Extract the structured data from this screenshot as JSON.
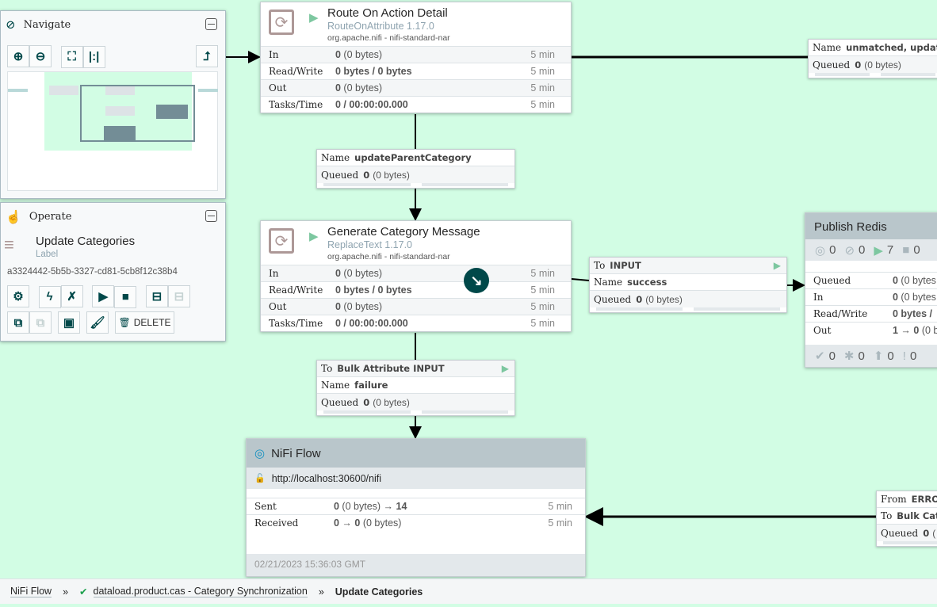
{
  "processors": [
    {
      "name": "Route On Action Detail",
      "type": "RouteOnAttribute 1.17.0",
      "bundle": "org.apache.nifi - nifi-standard-nar",
      "stats": [
        {
          "k": "In",
          "v1": "0",
          "v2": " (0 bytes)",
          "t": "5 min"
        },
        {
          "k": "Read/Write",
          "v1": "0 bytes / 0 bytes",
          "v2": "",
          "t": "5 min"
        },
        {
          "k": "Out",
          "v1": "0",
          "v2": " (0 bytes)",
          "t": "5 min"
        },
        {
          "k": "Tasks/Time",
          "v1": "0 / 00:00:00.000",
          "v2": "",
          "t": "5 min"
        }
      ]
    },
    {
      "name": "Generate Category Message",
      "type": "ReplaceText 1.17.0",
      "bundle": "org.apache.nifi - nifi-standard-nar",
      "stats": [
        {
          "k": "In",
          "v1": "0",
          "v2": " (0 bytes)",
          "t": "5 min"
        },
        {
          "k": "Read/Write",
          "v1": "0 bytes / 0 bytes",
          "v2": "",
          "t": "5 min"
        },
        {
          "k": "Out",
          "v1": "0",
          "v2": " (0 bytes)",
          "t": "5 min"
        },
        {
          "k": "Tasks/Time",
          "v1": "0 / 00:00:00.000",
          "v2": "",
          "t": "5 min"
        }
      ]
    }
  ],
  "connections": {
    "c1": {
      "name_label": "Name",
      "name": "updateParentCategory",
      "queued_label": "Queued",
      "queued": "0",
      "queued_bytes": "(0 bytes)"
    },
    "c2": {
      "to_label": "To",
      "to": "INPUT",
      "name_label": "Name",
      "name": "success",
      "queued_label": "Queued",
      "queued": "0",
      "queued_bytes": "(0 bytes)"
    },
    "c3": {
      "to_label": "To",
      "to": "Bulk Attribute INPUT",
      "name_label": "Name",
      "name": "failure",
      "queued_label": "Queued",
      "queued": "0",
      "queued_bytes": "(0 bytes)"
    },
    "c4": {
      "name_label": "Name",
      "name": "unmatched, update",
      "queued_label": "Queued",
      "queued": "0",
      "queued_bytes": "(0 bytes)"
    },
    "c5": {
      "from_label": "From",
      "from": "ERRO",
      "to_label": "To",
      "to": "Bulk Cat",
      "queued_label": "Queued",
      "queued": "0",
      "queued_bytes": "("
    }
  },
  "process_group": {
    "name": "Publish Redis",
    "transmitting": "0",
    "not_transmitting": "0",
    "running": "7",
    "stopped": "0",
    "stats": [
      {
        "k": "Queued",
        "v1": "0",
        "v2": " (0 bytes"
      },
      {
        "k": "In",
        "v1": "0",
        "v2": " (0 bytes"
      },
      {
        "k": "Read/Write",
        "v1": "0 bytes / ",
        "v2": ""
      },
      {
        "k": "Out",
        "v1": "1 → 0",
        "v2": " (0 b"
      }
    ],
    "up_to_date": "0",
    "locally_modified": "0",
    "stale": "0",
    "sync_failure": "0"
  },
  "remote_group": {
    "name": "NiFi Flow",
    "url": "http://localhost:30600/nifi",
    "stats": [
      {
        "k": "Sent",
        "v1": "0",
        "v2": " (0 bytes) → ",
        "v3": "14",
        "t": "5 min"
      },
      {
        "k": "Received",
        "v1": "0 → 0",
        "v2": " (0 bytes)",
        "v3": "",
        "t": "5 min"
      }
    ],
    "last_refreshed": "02/21/2023 15:36:03 GMT"
  },
  "navigate": {
    "title": "Navigate"
  },
  "operate": {
    "title": "Operate",
    "selection_name": "Update Categories",
    "selection_type": "Label",
    "selection_id": "a3324442-5b5b-3327-cd81-5cb8f12c38b4",
    "delete_label": "DELETE"
  },
  "breadcrumbs": [
    {
      "label": "NiFi Flow"
    },
    {
      "label": "dataload.product.cas - Category Synchronization"
    },
    {
      "label": "Update Categories"
    }
  ],
  "breadcrumb_separator": "»",
  "colors": {
    "canvas": "#d2fde4",
    "running": "#7dc7a0",
    "icon": "#004849"
  }
}
